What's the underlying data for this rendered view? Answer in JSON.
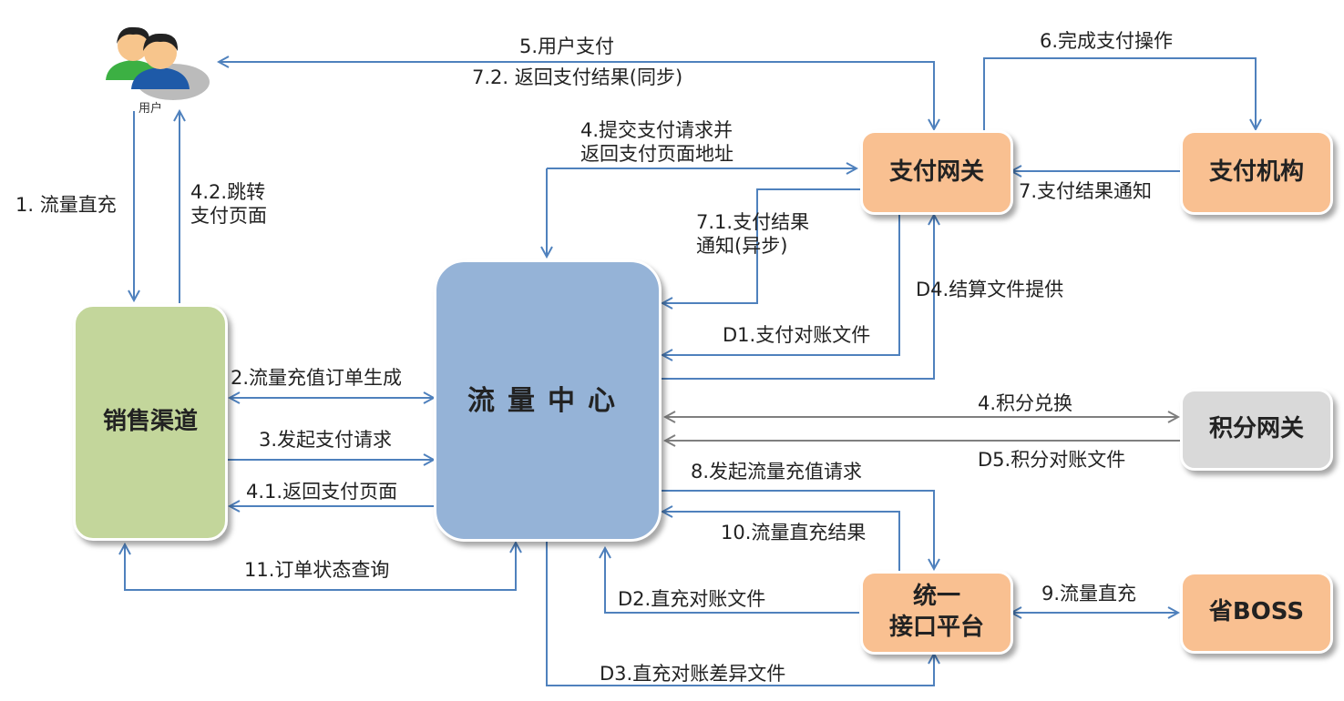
{
  "colors": {
    "edge_blue": "#4f81bd",
    "edge_gray": "#7f7f7f",
    "node_orange": "#f9c091",
    "node_green": "#c3d69b",
    "node_blue": "#95b3d7",
    "node_gray": "#d9d9d9"
  },
  "nodes": {
    "user": {
      "label": "用户",
      "icon": "users-icon"
    },
    "sales_channel": {
      "label": "销售渠道"
    },
    "traffic_center": {
      "label": "流量中心"
    },
    "payment_gateway": {
      "label": "支付网关"
    },
    "payment_institution": {
      "label": "支付机构"
    },
    "points_gateway": {
      "label": "积分网关"
    },
    "unified_platform": {
      "label_line1": "统一",
      "label_line2": "接口平台"
    },
    "province_boss": {
      "label": "省BOSS"
    }
  },
  "edges": {
    "e1": "1. 流量直充",
    "e42": {
      "line1": "4.2.跳转",
      "line2": "支付页面"
    },
    "e5": "5.用户支付",
    "e72": "7.2. 返回支付结果(同步)",
    "e6": "6.完成支付操作",
    "e4": {
      "line1": "4.提交支付请求并",
      "line2": "返回支付页面地址"
    },
    "e7": "7.支付结果通知",
    "e71": {
      "line1": "7.1.支付结果",
      "line2": "通知(异步)"
    },
    "d4": "D4.结算文件提供",
    "d1": "D1.支付对账文件",
    "e2": "2.流量充值订单生成",
    "e3": "3.发起支付请求",
    "e41": "4.1.返回支付页面",
    "e4pts": "4.积分兑换",
    "d5": "D5.积分对账文件",
    "e8": "8.发起流量充值请求",
    "e10": "10.流量直充结果",
    "e11": "11.订单状态查询",
    "d2": "D2.直充对账文件",
    "e9": "9.流量直充",
    "d3": "D3.直充对账差异文件"
  }
}
